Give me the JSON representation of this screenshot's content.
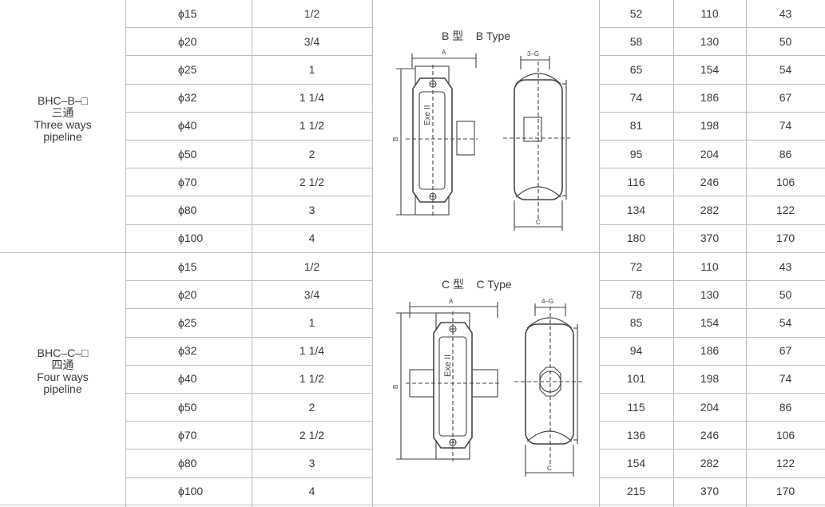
{
  "sections": [
    {
      "label": [
        "BHC–B–□",
        "三通",
        "Three ways",
        "pipeline"
      ],
      "title": "B 型    B Type",
      "label_a": "A",
      "label_b": "B",
      "label_c": "C",
      "label_g": "3–G",
      "label_exe": "Exe II",
      "rows": [
        [
          "ϕ15",
          "1/2",
          "52",
          "110",
          "43"
        ],
        [
          "ϕ20",
          "3/4",
          "58",
          "130",
          "50"
        ],
        [
          "ϕ25",
          "1",
          "65",
          "154",
          "54"
        ],
        [
          "ϕ32",
          "1 1/4",
          "74",
          "186",
          "67"
        ],
        [
          "ϕ40",
          "1 1/2",
          "81",
          "198",
          "74"
        ],
        [
          "ϕ50",
          "2",
          "95",
          "204",
          "86"
        ],
        [
          "ϕ70",
          "2 1/2",
          "116",
          "246",
          "106"
        ],
        [
          "ϕ80",
          "3",
          "134",
          "282",
          "122"
        ],
        [
          "ϕ100",
          "4",
          "180",
          "370",
          "170"
        ]
      ]
    },
    {
      "label": [
        "BHC–C–□",
        "四通",
        "Four ways",
        "pipeline"
      ],
      "title": "C 型    C Type",
      "label_a": "A",
      "label_b": "B",
      "label_c": "C",
      "label_g": "4–G",
      "label_exe": "Exe II",
      "rows": [
        [
          "ϕ15",
          "1/2",
          "72",
          "110",
          "43"
        ],
        [
          "ϕ20",
          "3/4",
          "78",
          "130",
          "50"
        ],
        [
          "ϕ25",
          "1",
          "85",
          "154",
          "54"
        ],
        [
          "ϕ32",
          "1 1/4",
          "94",
          "186",
          "67"
        ],
        [
          "ϕ40",
          "1 1/2",
          "101",
          "198",
          "74"
        ],
        [
          "ϕ50",
          "2",
          "115",
          "204",
          "86"
        ],
        [
          "ϕ70",
          "2 1/2",
          "136",
          "246",
          "106"
        ],
        [
          "ϕ80",
          "3",
          "154",
          "282",
          "122"
        ],
        [
          "ϕ100",
          "4",
          "215",
          "370",
          "170"
        ]
      ]
    }
  ]
}
